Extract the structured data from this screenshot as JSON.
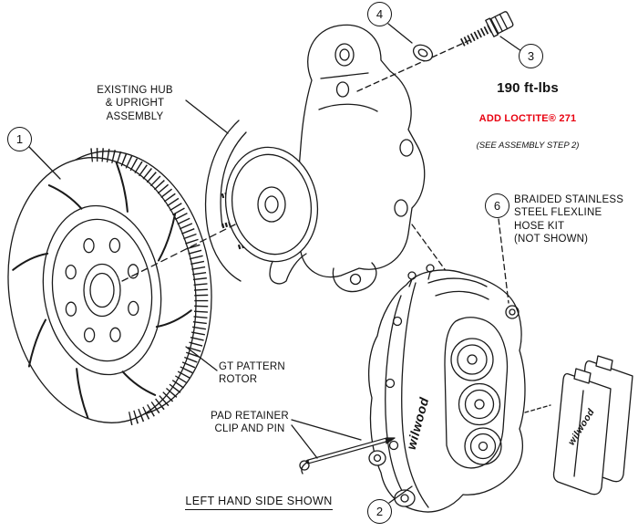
{
  "colors": {
    "line": "#1a1a1a",
    "loctite_red": "#e8000f",
    "background": "#ffffff"
  },
  "callouts": {
    "rotor": "1",
    "caliper": "2",
    "bolt": "3",
    "washer": "4",
    "hose": "6"
  },
  "labels": {
    "hub_assembly": "EXISTING HUB\n& UPRIGHT\nASSEMBLY",
    "torque": "190 ft-lbs",
    "loctite": "ADD LOCTITE® 271",
    "assembly_note": "(SEE ASSEMBLY STEP 2)",
    "hose_kit": "BRAIDED STAINLESS\nSTEEL FLEXLINE\nHOSE KIT\n(NOT SHOWN)",
    "rotor": "GT PATTERN\nROTOR",
    "pad_retainer": "PAD RETAINER\nCLIP AND PIN",
    "footer": "LEFT HAND SIDE SHOWN",
    "brand_caliper": "wilwood",
    "brand_pad": "wilwood"
  }
}
